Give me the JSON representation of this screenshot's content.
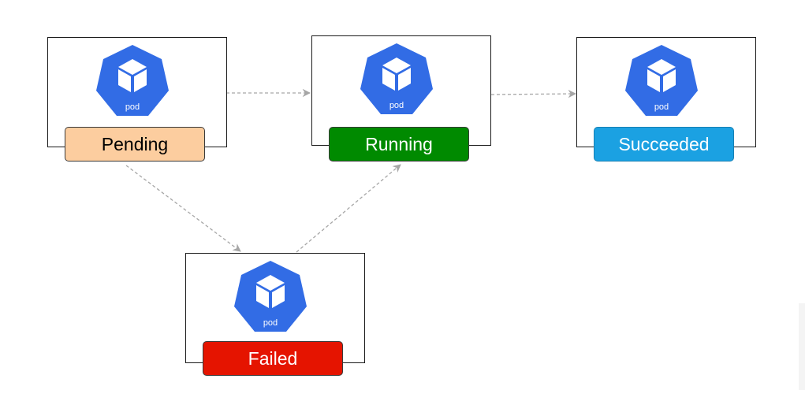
{
  "diagram": {
    "icon_name": "kubernetes-pod-icon",
    "icon_color": "#326ce5",
    "edge_color": "#a6a6a6",
    "nodes": [
      {
        "id": "pending",
        "status": "Pending",
        "icon_label": "pod",
        "color": "#fccd9f"
      },
      {
        "id": "running",
        "status": "Running",
        "icon_label": "pod",
        "color": "#008a00"
      },
      {
        "id": "succeeded",
        "status": "Succeeded",
        "icon_label": "pod",
        "color": "#1ba1e2"
      },
      {
        "id": "failed",
        "status": "Failed",
        "icon_label": "pod",
        "color": "#e51400"
      }
    ],
    "edges": [
      {
        "from": "pending",
        "to": "running"
      },
      {
        "from": "running",
        "to": "succeeded"
      },
      {
        "from": "pending",
        "to": "failed"
      },
      {
        "from": "failed",
        "to": "running"
      }
    ]
  }
}
